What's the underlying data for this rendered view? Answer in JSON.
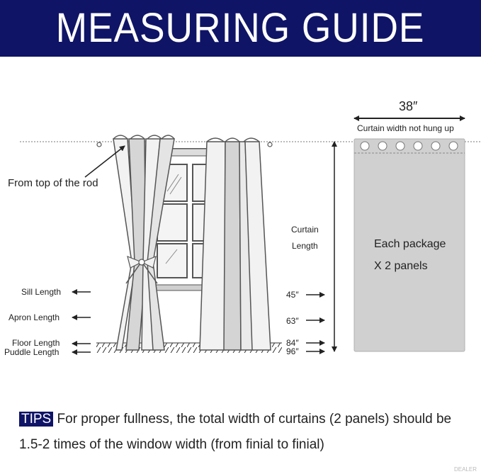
{
  "header": {
    "title": "MEASURING GUIDE"
  },
  "labels": {
    "rod_top": "From top of the rod",
    "sill": "Sill Length",
    "apron": "Apron Length",
    "floor": "Floor Length",
    "puddle": "Puddle Length",
    "curtain_length_line1": "Curtain",
    "curtain_length_line2": "Length"
  },
  "lengths": {
    "sill": "45″",
    "apron": "63″",
    "floor": "84″",
    "puddle": "96″"
  },
  "panel": {
    "width": "38″",
    "width_note": "Curtain width not hung up",
    "package_line1": "Each package",
    "package_line2": "X 2 panels",
    "grommet_count": 6
  },
  "tips": {
    "badge": "TIPS",
    "text": "For proper fullness, the total width of curtains (2 panels) should be 1.5-2 times of the window width (from finial to finial)"
  },
  "watermark": "DEALER",
  "colors": {
    "banner": "#0f1466",
    "panel": "#d0d0d0"
  }
}
